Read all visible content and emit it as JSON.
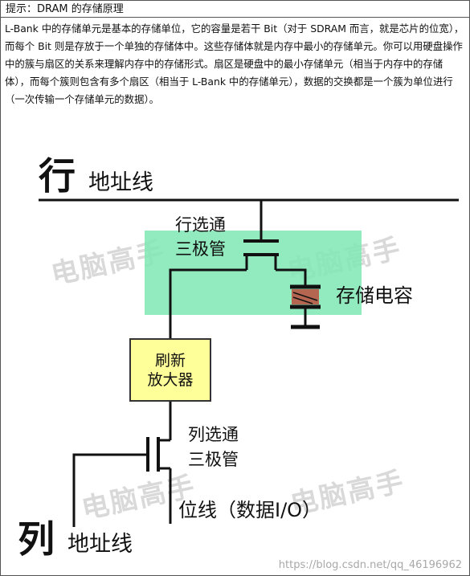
{
  "header": {
    "title": "提示：DRAM 的存储原理"
  },
  "paragraph": "L-Bank 中的存储单元是基本的存储单位，它的容量是若干 Bit（对于 SDRAM 而言，就是芯片的位宽），而每个 Bit 则是存放于一个单独的存储体中。这些存储体就是内存中最小的存储单元。你可以用硬盘操作中的簇与扇区的关系来理解内存中的存储形式。扇区是硬盘中的最小存储单元（相当于内存中的存储体），而每个簇则包含有多个扇区（相当于 L-Bank 中的存储单元），数据的交换都是一个簇为单位进行（一次传输一个存储单元的数据）。",
  "diagram": {
    "row_char": "行",
    "row_label": "地址线",
    "row_transistor_label": [
      "行选通",
      "三极管"
    ],
    "capacitor_label": "存储电容",
    "amp_label": [
      "刷新",
      "放大器"
    ],
    "col_transistor_label": [
      "列选通",
      "三极管"
    ],
    "bitline_label": "位线（数据I/O）",
    "col_char": "列",
    "col_label": "地址线",
    "watermark": "电脑高手",
    "capacitor_highlight_color": "#7ee8b4",
    "amp_color": "#ffff99",
    "capacitor_dielectric_color": "#c0392b",
    "icons": [
      "transistor-icon",
      "capacitor-icon"
    ]
  },
  "footer": {
    "url": "https://blog.csdn.net/qq_46196962"
  }
}
